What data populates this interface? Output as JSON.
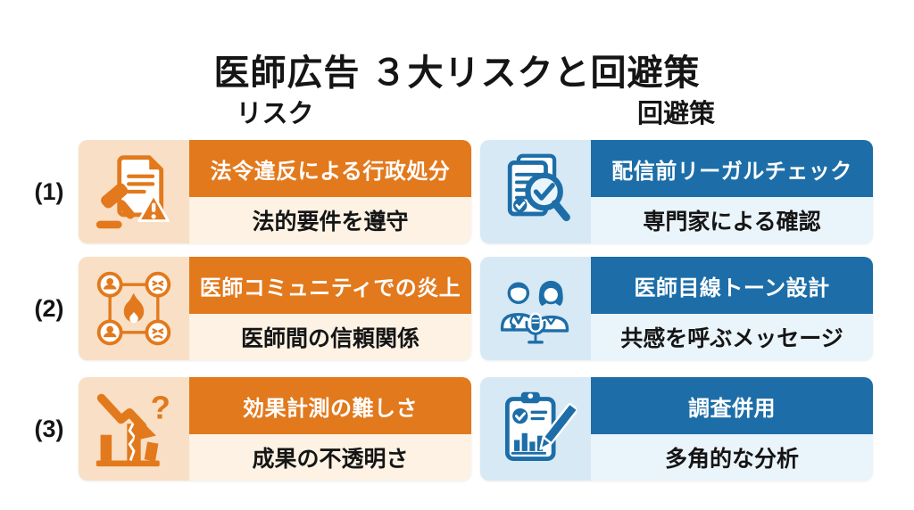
{
  "page": {
    "title": "医師広告 ３大リスクと回避策",
    "columns": {
      "risk": "リスク",
      "avoidance": "回避策"
    }
  },
  "rows": [
    {
      "number": "(1)",
      "risk": {
        "header": "法令違反による行政処分",
        "body": "法的要件を遵守",
        "icon": "gavel-document-warning-icon"
      },
      "avoidance": {
        "header": "配信前リーガルチェック",
        "body": "専門家による確認",
        "icon": "document-magnifier-check-icon"
      }
    },
    {
      "number": "(2)",
      "risk": {
        "header": "医師コミュニティでの炎上",
        "body": "医師間の信頼関係",
        "icon": "network-flame-icon"
      },
      "avoidance": {
        "header": "医師目線トーン設計",
        "body": "共感を呼ぶメッセージ",
        "icon": "doctors-microphone-icon"
      }
    },
    {
      "number": "(3)",
      "risk": {
        "header": "効果計測の難しさ",
        "body": "成果の不透明さ",
        "icon": "declining-chart-question-icon"
      },
      "avoidance": {
        "header": "調査併用",
        "body": "多角的な分析",
        "icon": "clipboard-chart-pencil-icon"
      }
    }
  ],
  "colors": {
    "risk_header": "#e2791c",
    "risk_panel": "#f8dfc5",
    "risk_body": "#fdf2e4",
    "risk_icon": "#e2791c",
    "avoidance_header": "#1d6ea8",
    "avoidance_panel": "#d7e9f5",
    "avoidance_body": "#eaf4fb",
    "avoidance_icon": "#1d6ea8"
  }
}
